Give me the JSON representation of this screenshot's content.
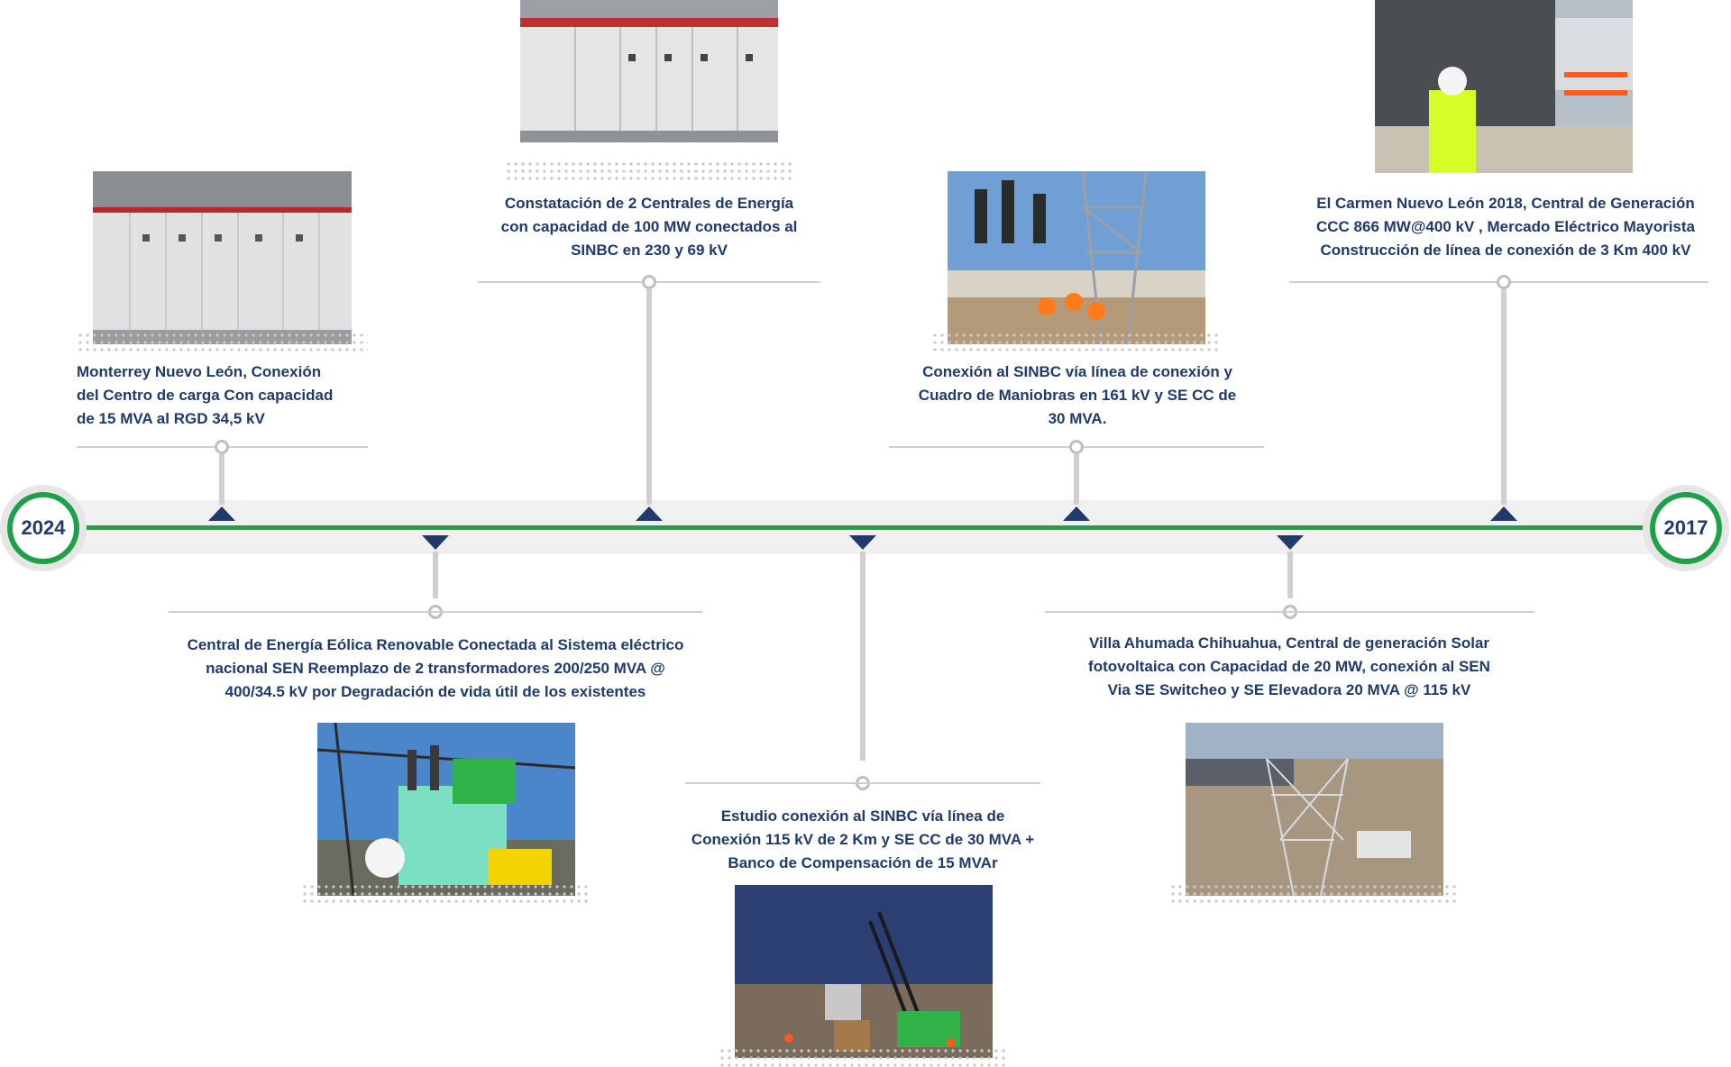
{
  "timeline": {
    "start_year": "2024",
    "end_year": "2017",
    "colors": {
      "line": "#1fa14a",
      "text": "#1f3a6b",
      "marker": "#1f3a6b",
      "connector": "#cfcfcf"
    }
  },
  "milestones": {
    "m1": {
      "text": "Monterrey Nuevo León, Conexión\ndel Centro de carga Con capacidad\nde 15 MVA al RGD 34,5 kV",
      "photo_icon": "switchgear-photo"
    },
    "m2": {
      "text": "Central de Energía Eólica Renovable Conectada al Sistema eléctrico\nnacional SEN Reemplazo de 2 transformadores 200/250 MVA @\n400/34.5 kV por Degradación de vida útil de los existentes",
      "photo_icon": "transformer-photo"
    },
    "m3": {
      "text": "Constatación de 2 Centrales de Energía\ncon capacidad de 100 MW conectados al\nSINBC en 230 y 69 kV",
      "photo_icon": "switchgear-photo"
    },
    "m4": {
      "text": "Estudio conexión al SINBC vía línea de\nConexión 115 kV de 2 Km y SE CC de 30 MVA +\nBanco de Compensación de 15 MVAr",
      "photo_icon": "crane-photo"
    },
    "m5": {
      "text": "Conexión al SINBC vía línea de conexión y\nCuadro de Maniobras en 161 kV y SE CC de\n30 MVA.",
      "photo_icon": "substation-photo"
    },
    "m6": {
      "text": "Villa Ahumada Chihuahua, Central de generación Solar\nfotovoltaica con Capacidad de 20 MW, conexión al SEN\nVia SE Switcheo y SE Elevadora 20 MVA @ 115 kV",
      "photo_icon": "solar-substation-photo"
    },
    "m7": {
      "text": "El Carmen Nuevo León 2018,  Central de Generación\nCCC 866 MW@400 kV , Mercado Eléctrico Mayorista\nConstrucción de línea de conexión  de 3 Km 400 kV",
      "photo_icon": "worker-photo"
    }
  }
}
